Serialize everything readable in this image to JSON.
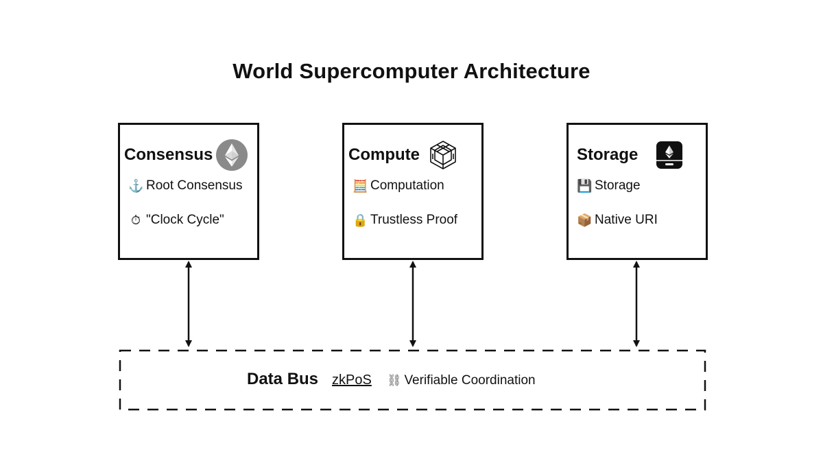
{
  "title": "World Supercomputer Architecture",
  "boxes": [
    {
      "title": "Consensus",
      "icon": "ethereum-logo-icon",
      "items": [
        {
          "icon": "anchor-icon",
          "glyph": "⚓",
          "label": "Root Consensus"
        },
        {
          "icon": "stopwatch-icon",
          "glyph": "⏱",
          "label": "\"Clock Cycle\""
        }
      ]
    },
    {
      "title": "Compute",
      "icon": "isometric-cube-icon",
      "items": [
        {
          "icon": "abacus-icon",
          "glyph": "🧮",
          "label": "Computation"
        },
        {
          "icon": "lock-icon",
          "glyph": "🔒",
          "label": "Trustless Proof"
        }
      ]
    },
    {
      "title": "Storage",
      "icon": "storage-drive-icon",
      "items": [
        {
          "icon": "floppy-disk-icon",
          "glyph": "💾",
          "label": "Storage"
        },
        {
          "icon": "package-icon",
          "glyph": "📦",
          "label": "Native URI"
        }
      ]
    }
  ],
  "data_bus": {
    "title": "Data Bus",
    "link": "zkPoS",
    "note_icon": "chain-link-icon",
    "note_glyph": "⛓",
    "note": "Verifiable Coordination"
  },
  "colors": {
    "stroke": "#111111",
    "ethereum_circle": "#8a8a8a",
    "background": "#ffffff"
  }
}
